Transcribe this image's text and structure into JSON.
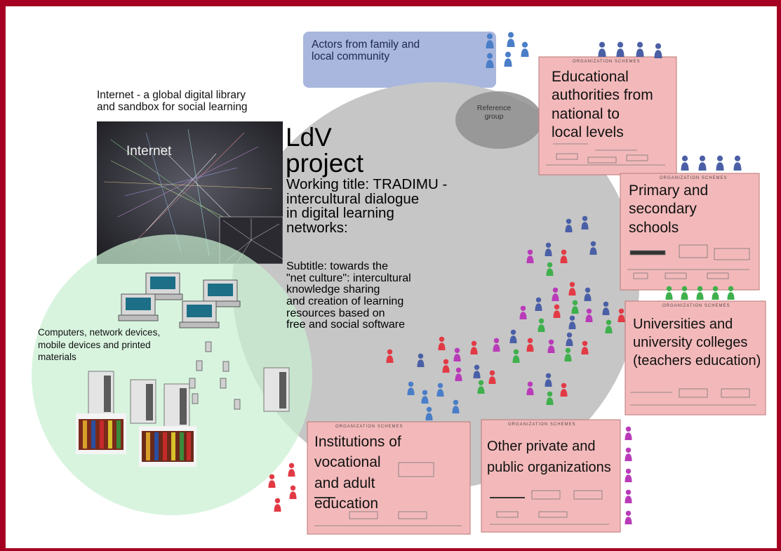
{
  "actors_box": "Actors from family and\nlocal community",
  "internet_caption": "Internet - a global digital library\nand sandbox for social learning",
  "internet_word": "Internet",
  "reference_group": "Reference\ngroup",
  "ldv_title": "LdV\nproject",
  "working_title": "Working title: TRADIMU -\nintercultural dialogue\nin digital learning\nnetworks:",
  "subtitle": "Subtitle: towards the\n\"net culture\": intercultural\nknowledge sharing\nand creation of learning\nresources based on\nfree and social software",
  "computers_label": "Computers, network devices,\nmobile devices and printed\nmaterials",
  "org_header": "ORGANIZATION SCHEMES",
  "boxes": {
    "educational": "Educational\nauthorities from\nnational to\nlocal levels",
    "schools": "Primary and\nsecondary\nschools",
    "universities": "Universities and\nuniversity colleges\n(teachers education)",
    "institutions": "Institutions of\nvocational\nand adult\neducation",
    "other": "Other private and\npublic organizations"
  },
  "colors": {
    "frame": "#a50021",
    "actors_box": "#a9b7de",
    "central_circle": "#c3c3c3",
    "green_circle": "#cdf0d4",
    "org_box": "#f3b9ba",
    "people_blue": "#4a5fa6",
    "people_red": "#e23a45",
    "people_green": "#3fb04c",
    "people_magenta": "#b93bb8"
  }
}
